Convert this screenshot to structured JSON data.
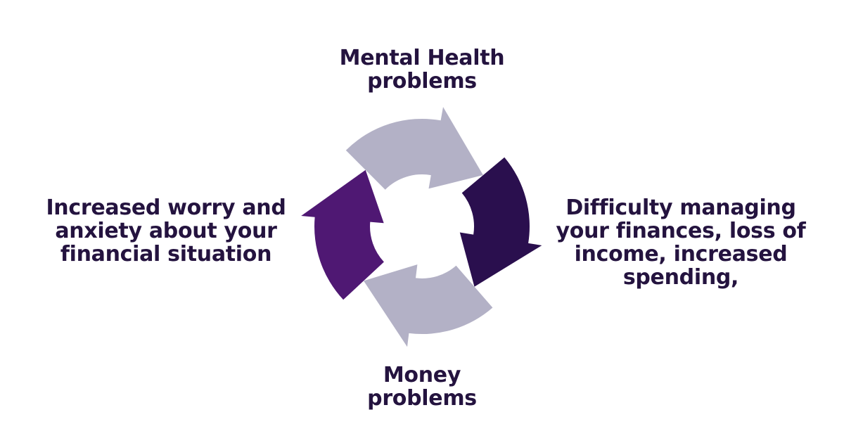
{
  "colors": {
    "background": "#ffffff",
    "text": "#24133f",
    "arrow_top": "#b3b1c6",
    "arrow_right": "#2a0f4e",
    "arrow_bottom": "#b3b1c6",
    "arrow_left": "#4f1873"
  },
  "cycle": {
    "top": {
      "lines": [
        "Mental Health",
        "problems"
      ]
    },
    "right": {
      "lines": [
        "Difficulty managing",
        "your finances, loss of",
        "income, increased",
        "spending,"
      ]
    },
    "bottom": {
      "lines": [
        "Money",
        "problems"
      ]
    },
    "left": {
      "lines": [
        "Increased worry and",
        "anxiety about your",
        "financial situation"
      ]
    }
  }
}
